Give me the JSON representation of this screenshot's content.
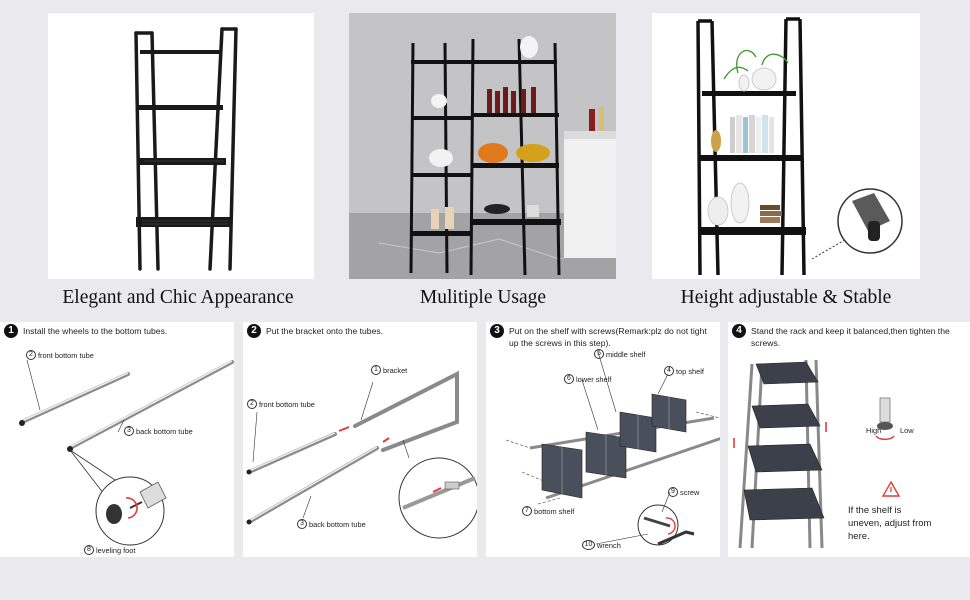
{
  "captions": {
    "c1": "Elegant and Chic Appearance",
    "c2": "Mulitiple Usage",
    "c3": "Height adjustable & Stable"
  },
  "steps": [
    {
      "number": "1",
      "text": "Install the wheels to the bottom tubes.",
      "labels": [
        {
          "num": "2",
          "text": "front bottom tube"
        },
        {
          "num": "3",
          "text": "back bottom tube"
        },
        {
          "num": "8",
          "text": "leveling foot"
        }
      ]
    },
    {
      "number": "2",
      "text": "Put the bracket onto the tubes.",
      "labels": [
        {
          "num": "1",
          "text": "bracket"
        },
        {
          "num": "2",
          "text": "front bottom tube"
        },
        {
          "num": "3",
          "text": "back bottom tube"
        }
      ]
    },
    {
      "number": "3",
      "text": "Put on the shelf with screws(Remark:plz do not tight up the screws in this step).",
      "labels": [
        {
          "num": "5",
          "text": "middle shelf"
        },
        {
          "num": "6",
          "text": "lower shelf"
        },
        {
          "num": "4",
          "text": "top shelf"
        },
        {
          "num": "7",
          "text": "bottom shelf"
        },
        {
          "num": "9",
          "text": "screw"
        },
        {
          "num": "10",
          "text": "wrench"
        }
      ]
    },
    {
      "number": "4",
      "text": "Stand the rack and keep it balanced,then tighten the screws.",
      "labels": [
        {
          "text": "High"
        },
        {
          "text": "Low"
        }
      ],
      "note": "If the shelf is uneven, adjust from here."
    }
  ],
  "colors": {
    "background": "#e9e9ee",
    "frame": "#1a1a1a",
    "arrow": "#e23b3b"
  }
}
